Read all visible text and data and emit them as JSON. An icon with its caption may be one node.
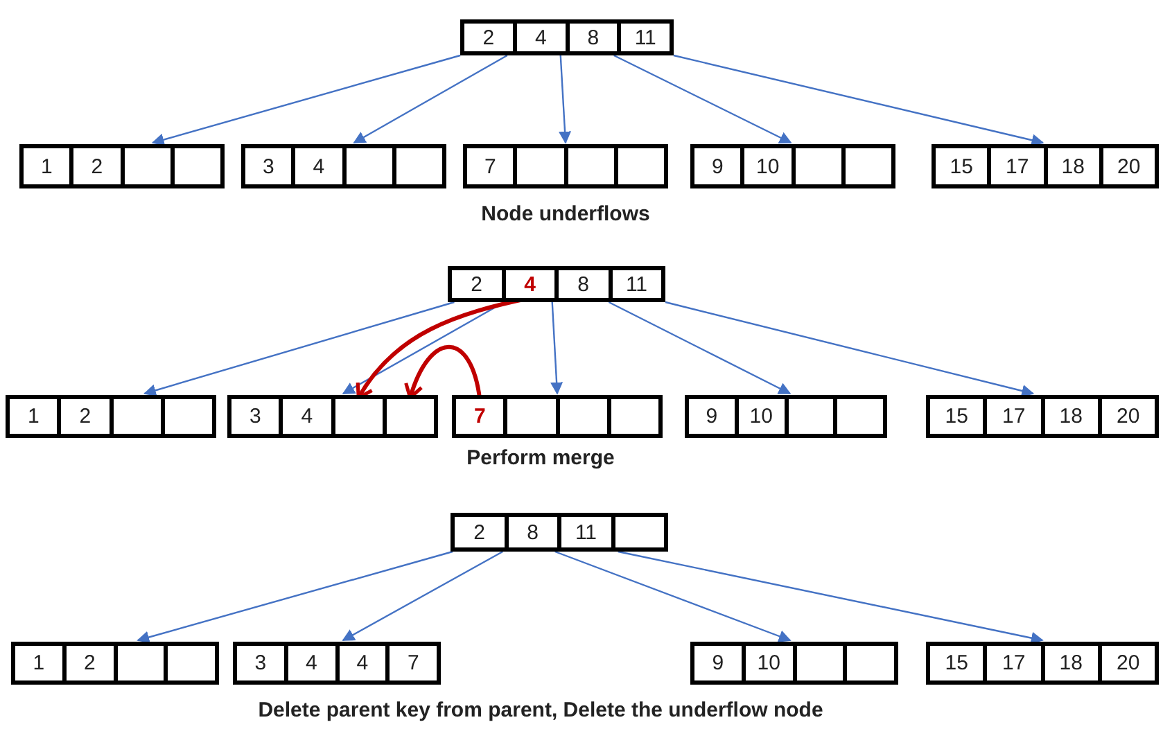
{
  "diagram": {
    "nodes": [
      {
        "text": [],
        "shape": "box"
      },
      {
        "text": [
          "2"
        ],
        "in": 0
      },
      {
        "text": [
          "4"
        ],
        "in": 0
      },
      {
        "text": [
          "8"
        ],
        "in": 0
      },
      {
        "text": [
          "11"
        ],
        "in": 0
      },
      {
        "text": [],
        "shape": "box"
      },
      {
        "text": [
          "1"
        ],
        "in": 5
      },
      {
        "text": [
          "2"
        ],
        "in": 5
      },
      {
        "text": [],
        "shape": "box",
        "in": 5
      },
      {
        "text": [],
        "shape": "box",
        "in": 5
      },
      {
        "text": [],
        "shape": "box"
      },
      {
        "text": [
          "3"
        ],
        "in": 10
      },
      {
        "text": [
          "4"
        ],
        "in": 10
      },
      {
        "text": [],
        "shape": "box",
        "in": 10
      },
      {
        "text": [],
        "shape": "box",
        "in": 10
      },
      {
        "text": [],
        "shape": "box"
      },
      {
        "text": [
          "7"
        ],
        "in": 15
      },
      {
        "text": [],
        "shape": "box",
        "in": 15
      },
      {
        "text": [],
        "shape": "box",
        "in": 15
      },
      {
        "text": [],
        "shape": "box",
        "in": 15
      },
      {
        "text": [],
        "shape": "box"
      },
      {
        "text": [
          "9"
        ],
        "in": 20
      },
      {
        "text": [
          "10"
        ],
        "in": 20
      },
      {
        "text": [],
        "shape": "box",
        "in": 20
      },
      {
        "text": [],
        "shape": "box",
        "in": 20
      },
      {
        "text": [],
        "shape": "box"
      },
      {
        "text": [
          "15"
        ],
        "in": 25
      },
      {
        "text": [
          "17"
        ],
        "in": 25
      },
      {
        "text": [
          "18"
        ],
        "in": 25
      },
      {
        "text": [
          "20"
        ],
        "in": 25
      },
      {
        "text": [],
        "shape": "box"
      },
      {
        "text": [
          "2"
        ],
        "in": 30
      },
      {
        "text": [
          "4"
        ],
        "in": 30
      },
      {
        "text": [
          "8"
        ],
        "in": 30
      },
      {
        "text": [
          "11"
        ],
        "in": 30
      },
      {
        "text": [],
        "shape": "box"
      },
      {
        "text": [
          "1"
        ],
        "in": 35
      },
      {
        "text": [
          "2"
        ],
        "in": 35
      },
      {
        "text": [],
        "shape": "box",
        "in": 35
      },
      {
        "text": [],
        "shape": "box",
        "in": 35
      },
      {
        "text": [],
        "shape": "box"
      },
      {
        "text": [
          "3"
        ],
        "in": 40
      },
      {
        "text": [
          "4"
        ],
        "in": 40
      },
      {
        "text": [],
        "shape": "box",
        "in": 40
      },
      {
        "text": [],
        "shape": "box",
        "in": 40
      },
      {
        "text": [],
        "shape": "box"
      },
      {
        "text": [
          "7"
        ],
        "in": 45
      },
      {
        "text": [],
        "shape": "box",
        "in": 45
      },
      {
        "text": [],
        "shape": "box",
        "in": 45
      },
      {
        "text": [],
        "shape": "box",
        "in": 45
      },
      {
        "text": [],
        "shape": "box"
      },
      {
        "text": [
          "9"
        ],
        "in": 50
      },
      {
        "text": [
          "10"
        ],
        "in": 50
      },
      {
        "text": [],
        "shape": "box",
        "in": 50
      },
      {
        "text": [],
        "shape": "box",
        "in": 50
      },
      {
        "text": [],
        "shape": "box"
      },
      {
        "text": [
          "15"
        ],
        "in": 55
      },
      {
        "text": [
          "17"
        ],
        "in": 55
      },
      {
        "text": [
          "18"
        ],
        "in": 55
      },
      {
        "text": [
          "20"
        ],
        "in": 55
      },
      {
        "text": [],
        "shape": "box"
      },
      {
        "text": [
          "2"
        ],
        "in": 60
      },
      {
        "text": [
          "8"
        ],
        "in": 60
      },
      {
        "text": [
          "11"
        ],
        "in": 60
      },
      {
        "text": [],
        "shape": "box",
        "in": 60
      },
      {
        "text": [],
        "shape": "box"
      },
      {
        "text": [
          "1"
        ],
        "in": 65
      },
      {
        "text": [
          "2"
        ],
        "in": 65
      },
      {
        "text": [],
        "shape": "box",
        "in": 65
      },
      {
        "text": [],
        "shape": "box",
        "in": 65
      },
      {
        "text": [],
        "shape": "box"
      },
      {
        "text": [
          "3"
        ],
        "in": 70
      },
      {
        "text": [
          "4"
        ],
        "in": 70
      },
      {
        "text": [
          "4"
        ],
        "in": 70
      },
      {
        "text": [
          "7"
        ],
        "in": 70
      },
      {
        "text": [],
        "shape": "box"
      },
      {
        "text": [
          "9"
        ],
        "in": 75
      },
      {
        "text": [
          "10"
        ],
        "in": 75
      },
      {
        "text": [],
        "shape": "box",
        "in": 75
      },
      {
        "text": [],
        "shape": "box",
        "in": 75
      },
      {
        "text": [],
        "shape": "box"
      },
      {
        "text": [
          "15"
        ],
        "in": 80
      },
      {
        "text": [
          "17"
        ],
        "in": 80
      },
      {
        "text": [
          "18"
        ],
        "in": 80
      },
      {
        "text": [
          "20"
        ],
        "in": 80
      }
    ],
    "edges": [
      {
        "from": 0,
        "to": 5,
        "arrow": "to"
      },
      {
        "from": 0,
        "to": 10,
        "arrow": "to"
      },
      {
        "from": 0,
        "to": 15,
        "arrow": "to"
      },
      {
        "from": 0,
        "to": 20,
        "arrow": "to"
      },
      {
        "from": 0,
        "to": 25,
        "arrow": "to"
      },
      {
        "from": 30,
        "to": 35,
        "arrow": "to"
      },
      {
        "from": 30,
        "to": 40,
        "arrow": "to"
      },
      {
        "from": 30,
        "to": 45,
        "arrow": "to"
      },
      {
        "from": 30,
        "to": 50,
        "arrow": "to"
      },
      {
        "from": 30,
        "to": 55,
        "arrow": "to"
      },
      {
        "from": 32,
        "to": 43,
        "arrow": "to",
        "style": "thick",
        "color": "#c00000"
      },
      {
        "from": 46,
        "to": 44,
        "arrow": "to",
        "style": "thick",
        "color": "#c00000"
      },
      {
        "from": 60,
        "to": 65,
        "arrow": "to"
      },
      {
        "from": 60,
        "to": 70,
        "arrow": "to"
      },
      {
        "from": 60,
        "to": 75,
        "arrow": "to"
      },
      {
        "from": 60,
        "to": 80,
        "arrow": "to"
      }
    ],
    "labels": [
      "Node underflows",
      "Perform merge",
      "Delete parent key from parent, Delete the underflow node"
    ]
  }
}
